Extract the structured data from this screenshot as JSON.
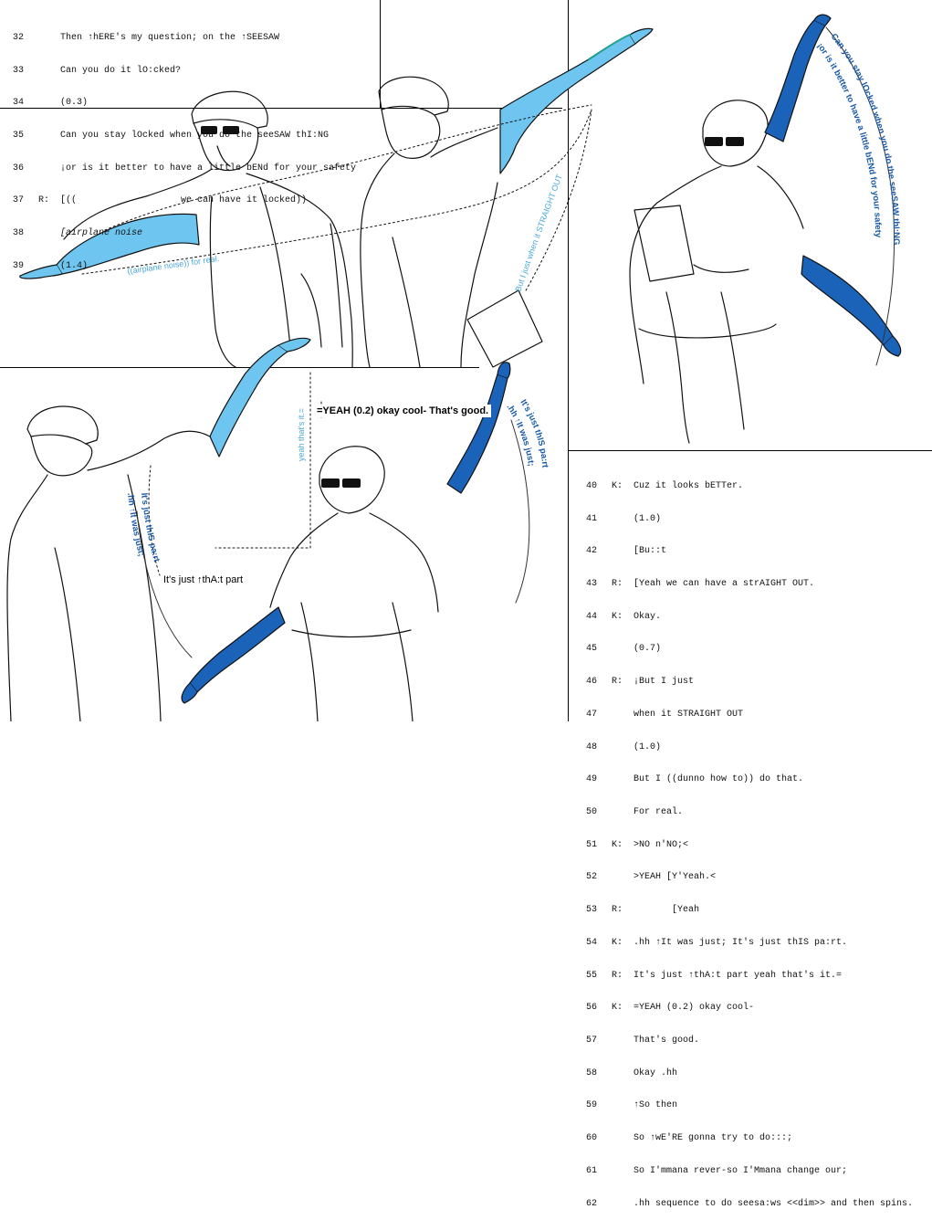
{
  "colors": {
    "light_blue": "#6ec6f0",
    "dark_blue": "#1a63b8",
    "label_light": "#4aa8d8",
    "label_dark": "#1a5aa8"
  },
  "transcript_top": {
    "lines": [
      {
        "n": "32",
        "s": "",
        "t": "Then ↑hERE's my question; on the ↑SEESAW"
      },
      {
        "n": "33",
        "s": "",
        "t": "Can you do it lO:cked?"
      },
      {
        "n": "34",
        "s": "",
        "t": "(0.3)"
      },
      {
        "n": "35",
        "s": "",
        "t": "Can you stay lOcked when you do the seeSAW thI:NG"
      },
      {
        "n": "36",
        "s": "",
        "t": "¡or is it better to have a little bENd for your safety"
      },
      {
        "n": "37",
        "s": "R:",
        "t": "[((                   we can have it locked))"
      },
      {
        "n": "38",
        "s": "",
        "t": "[airplane noise",
        "italic": true
      },
      {
        "n": "39",
        "s": "",
        "t": "(1.4)"
      }
    ]
  },
  "transcript_bottom": {
    "lines": [
      {
        "n": "40",
        "s": "K:",
        "t": "Cuz it looks bETTer."
      },
      {
        "n": "41",
        "s": "",
        "t": "(1.0)"
      },
      {
        "n": "42",
        "s": "",
        "t": "[Bu::t"
      },
      {
        "n": "43",
        "s": "R:",
        "t": "[Yeah we can have a strAIGHT OUT."
      },
      {
        "n": "44",
        "s": "K:",
        "t": "Okay."
      },
      {
        "n": "45",
        "s": "",
        "t": "(0.7)"
      },
      {
        "n": "46",
        "s": "R:",
        "t": "¡But I just"
      },
      {
        "n": "47",
        "s": "",
        "t": "when it STRAIGHT OUT"
      },
      {
        "n": "48",
        "s": "",
        "t": "(1.0)"
      },
      {
        "n": "49",
        "s": "",
        "t": "But I ((dunno how to)) do that."
      },
      {
        "n": "50",
        "s": "",
        "t": "For real."
      },
      {
        "n": "51",
        "s": "K:",
        "t": ">NO n'NO;<"
      },
      {
        "n": "52",
        "s": "",
        "t": ">YEAH [Y'Yeah.<"
      },
      {
        "n": "53",
        "s": "R:",
        "t": "       [Yeah"
      },
      {
        "n": "54",
        "s": "K:",
        "t": ".hh ↑It was just; It's just thIS pa:rt."
      },
      {
        "n": "55",
        "s": "R:",
        "t": "It's just ↑thA:t part yeah that's it.="
      },
      {
        "n": "56",
        "s": "K:",
        "t": "=YEAH (0.2) okay cool-"
      },
      {
        "n": "57",
        "s": "",
        "t": "That's good."
      },
      {
        "n": "58",
        "s": "",
        "t": "Okay .hh"
      },
      {
        "n": "59",
        "s": "",
        "t": "↑So then"
      },
      {
        "n": "60",
        "s": "",
        "t": "So ↑wE'RE gonna try to do:::;"
      },
      {
        "n": "61",
        "s": "",
        "t": "So I'mmana rever-so I'Mmana change our;"
      },
      {
        "n": "62",
        "s": "",
        "t": ".hh sequence to do seesa:ws <<dim>> and then spins."
      }
    ]
  },
  "annotations": {
    "arm_arc_top": "((airplane noise)) for real.",
    "straight_out": "But I just when it STRAIGHT OUT",
    "locked_question": "Can you stay lOcked when you do the seeSAW thI:NG",
    "better_bend": "¡or is it better to have a little bENd for your safety",
    "yeah_thats_it": "yeah that's it.=",
    "yeah_okay_cool": "=YEAH (0.2) okay cool- That's good.",
    "this_part_top": "It's just thIS pa:rt",
    "it_was_just_top": ".hh ↑It was just;",
    "it_was_just_left": ".hh ↑It was just;",
    "this_part_left": "It's just thIS pa:rt",
    "that_part": "It's just ↑thA:t part"
  }
}
